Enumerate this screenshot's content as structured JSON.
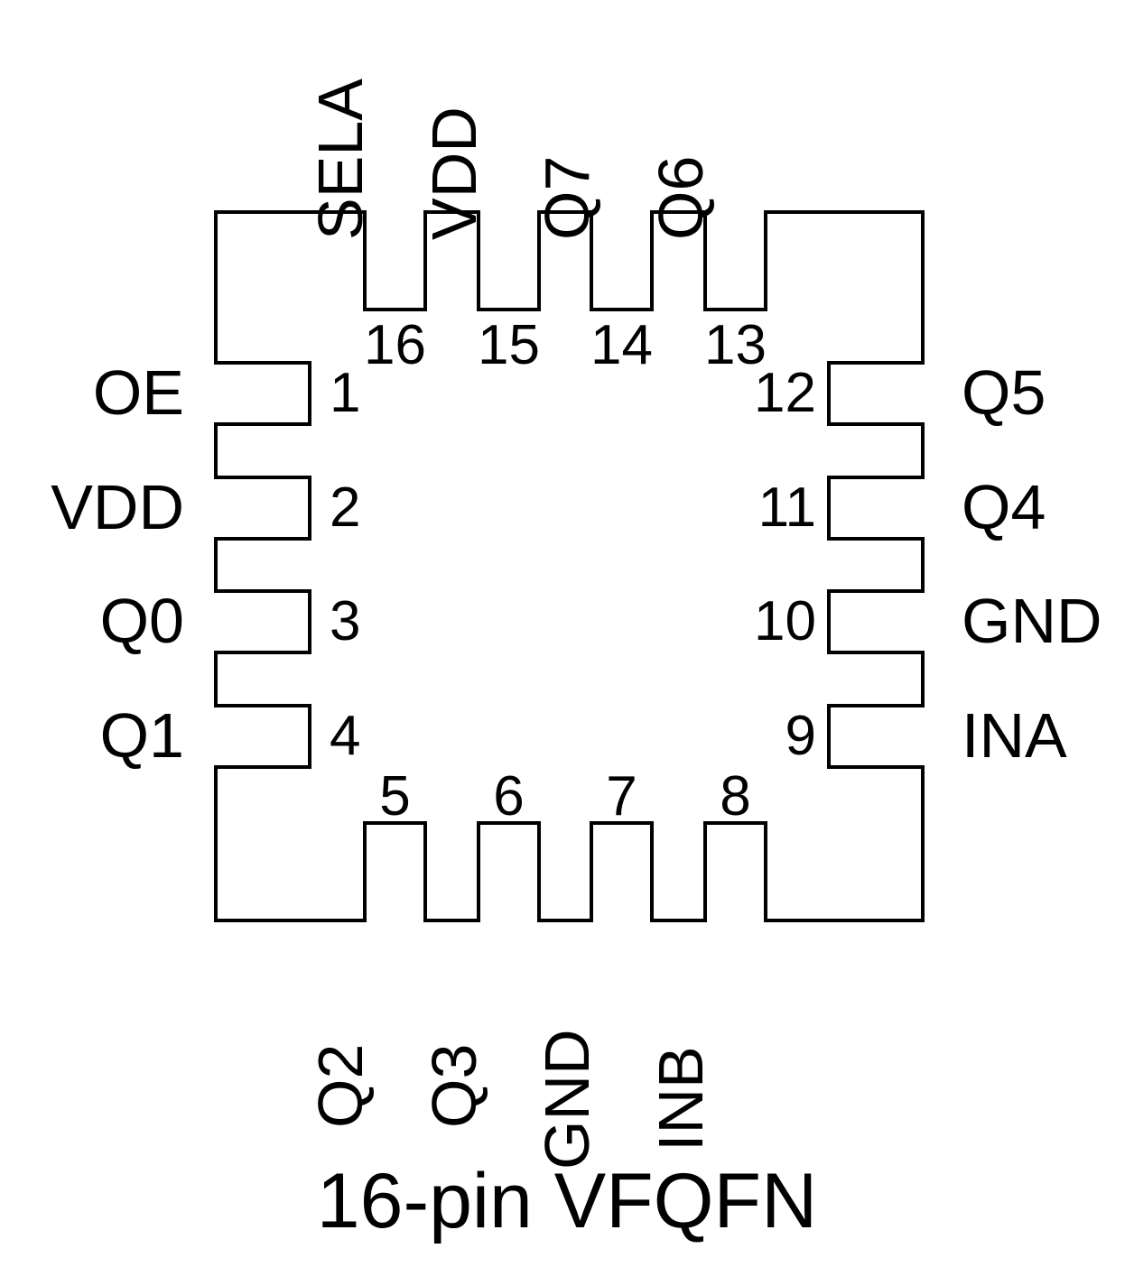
{
  "diagram": {
    "caption": "16-pin VFQFN",
    "package_type": "VFQFN",
    "pin_count": "16",
    "outline_color": "#000000",
    "background_color": "#ffffff"
  },
  "pins": {
    "left": [
      {
        "number": "1",
        "signal": "OE"
      },
      {
        "number": "2",
        "signal": "VDD"
      },
      {
        "number": "3",
        "signal": "Q0"
      },
      {
        "number": "4",
        "signal": "Q1"
      }
    ],
    "bottom": [
      {
        "number": "5",
        "signal": "Q2"
      },
      {
        "number": "6",
        "signal": "Q3"
      },
      {
        "number": "7",
        "signal": "GND"
      },
      {
        "number": "8",
        "signal": "INB"
      }
    ],
    "right": [
      {
        "number": "9",
        "signal": "INA"
      },
      {
        "number": "10",
        "signal": "GND"
      },
      {
        "number": "11",
        "signal": "Q4"
      },
      {
        "number": "12",
        "signal": "Q5"
      }
    ],
    "top": [
      {
        "number": "13",
        "signal": "Q6"
      },
      {
        "number": "14",
        "signal": "Q7"
      },
      {
        "number": "15",
        "signal": "VDD"
      },
      {
        "number": "16",
        "signal": "SELA"
      }
    ]
  }
}
